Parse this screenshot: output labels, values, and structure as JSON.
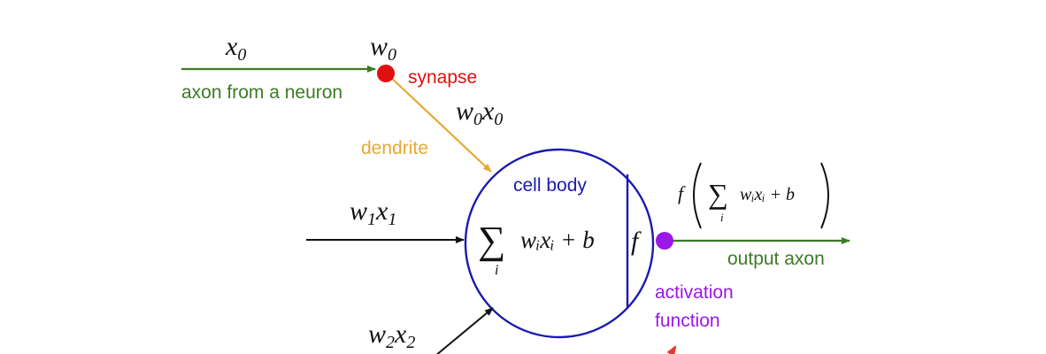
{
  "labels": {
    "x0": "x",
    "x0_sub": "0",
    "w0": "w",
    "w0_sub": "0",
    "synapse": "synapse",
    "axon_from_neuron": "axon from a neuron",
    "w0x0_w": "w",
    "w0x0_w_sub": "0",
    "w0x0_x": "x",
    "w0x0_x_sub": "0",
    "dendrite": "dendrite",
    "cell_body": "cell body",
    "w1x1_w": "w",
    "w1x1_w_sub": "1",
    "w1x1_x": "x",
    "w1x1_x_sub": "1",
    "w2x2_w": "w",
    "w2x2_w_sub": "2",
    "w2x2_x": "x",
    "w2x2_x_sub": "2",
    "sum_symbol": "∑",
    "sum_index": "i",
    "sum_expr": "wᵢxᵢ + b",
    "activation_f": "f",
    "output_formula_f": "f",
    "output_formula_inner": "wᵢxᵢ + b",
    "output_axon": "output axon",
    "activation_line1": "activation",
    "activation_line2": "function"
  },
  "colors": {
    "green": "#3d7a26",
    "red": "#e01010",
    "orange": "#e8a834",
    "blue": "#1a1ab0",
    "purple": "#9b18e8",
    "black": "#111111",
    "arrow_red": "#e43a2a"
  }
}
